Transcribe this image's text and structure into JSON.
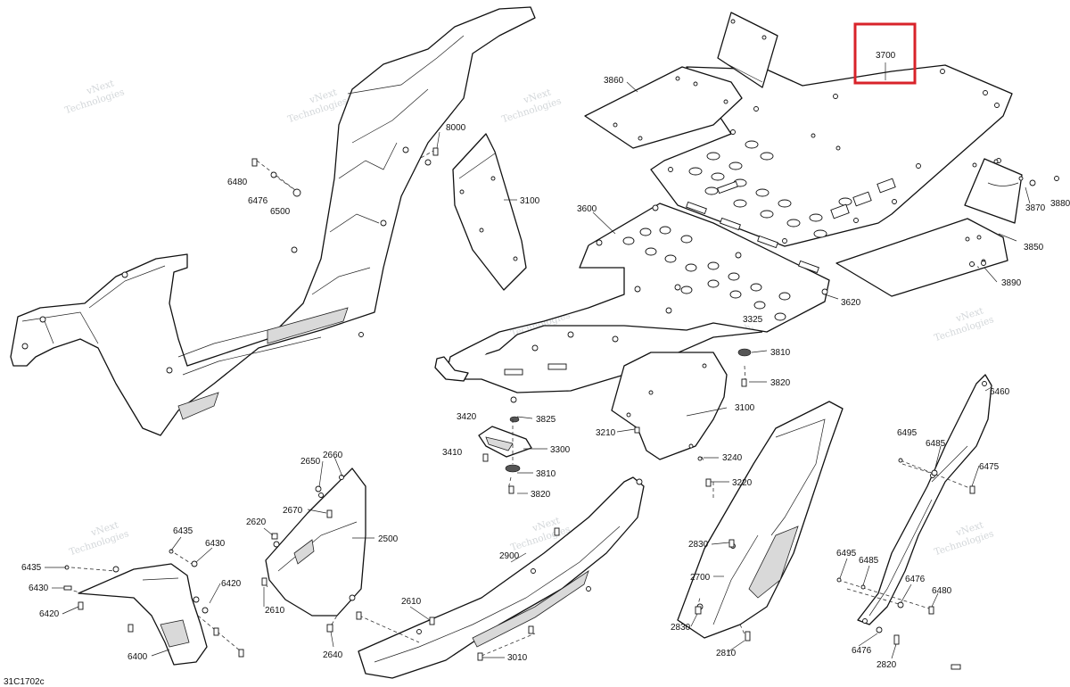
{
  "diagram_code": "31C1702c",
  "watermark_lines": [
    "vNext",
    "Technologies"
  ],
  "highlight_color": "#d8232a",
  "highlighted_part": "3700",
  "labels": [
    {
      "id": "l3700",
      "text": "3700"
    },
    {
      "id": "l3860",
      "text": "3860"
    },
    {
      "id": "l8000",
      "text": "8000"
    },
    {
      "id": "l3100a",
      "text": "3100"
    },
    {
      "id": "l6480a",
      "text": "6480"
    },
    {
      "id": "l6476a",
      "text": "6476"
    },
    {
      "id": "l6500",
      "text": "6500"
    },
    {
      "id": "l3600",
      "text": "3600"
    },
    {
      "id": "l3870",
      "text": "3870"
    },
    {
      "id": "l3880",
      "text": "3880"
    },
    {
      "id": "l3850",
      "text": "3850"
    },
    {
      "id": "l3890",
      "text": "3890"
    },
    {
      "id": "l3620",
      "text": "3620"
    },
    {
      "id": "l3325",
      "text": "3325"
    },
    {
      "id": "l3810a",
      "text": "3810"
    },
    {
      "id": "l3820a",
      "text": "3820"
    },
    {
      "id": "l6460",
      "text": "6460"
    },
    {
      "id": "l3420",
      "text": "3420"
    },
    {
      "id": "l3825",
      "text": "3825"
    },
    {
      "id": "l3100b",
      "text": "3100"
    },
    {
      "id": "l3210",
      "text": "3210"
    },
    {
      "id": "l3300",
      "text": "3300"
    },
    {
      "id": "l3410",
      "text": "3410"
    },
    {
      "id": "l3810b",
      "text": "3810"
    },
    {
      "id": "l3820b",
      "text": "3820"
    },
    {
      "id": "l3240",
      "text": "3240"
    },
    {
      "id": "l3220",
      "text": "3220"
    },
    {
      "id": "l6495a",
      "text": "6495"
    },
    {
      "id": "l6485a",
      "text": "6485"
    },
    {
      "id": "l6475",
      "text": "6475"
    },
    {
      "id": "l2650",
      "text": "2650"
    },
    {
      "id": "l2660",
      "text": "2660"
    },
    {
      "id": "l2670",
      "text": "2670"
    },
    {
      "id": "l2620",
      "text": "2620"
    },
    {
      "id": "l2500",
      "text": "2500"
    },
    {
      "id": "l2900",
      "text": "2900"
    },
    {
      "id": "l2610a",
      "text": "2610"
    },
    {
      "id": "l2610b",
      "text": "2610"
    },
    {
      "id": "l2640",
      "text": "2640"
    },
    {
      "id": "l3010",
      "text": "3010"
    },
    {
      "id": "l6435a",
      "text": "6435"
    },
    {
      "id": "l6430a",
      "text": "6430"
    },
    {
      "id": "l6435b",
      "text": "6435"
    },
    {
      "id": "l6430b",
      "text": "6430"
    },
    {
      "id": "l6420a",
      "text": "6420"
    },
    {
      "id": "l6420b",
      "text": "6420"
    },
    {
      "id": "l6400",
      "text": "6400"
    },
    {
      "id": "l2830a",
      "text": "2830"
    },
    {
      "id": "l2700",
      "text": "2700"
    },
    {
      "id": "l2830b",
      "text": "2830"
    },
    {
      "id": "l2810",
      "text": "2810"
    },
    {
      "id": "l6495b",
      "text": "6495"
    },
    {
      "id": "l6485b",
      "text": "6485"
    },
    {
      "id": "l6476b",
      "text": "6476"
    },
    {
      "id": "l6480b",
      "text": "6480"
    },
    {
      "id": "l6476c",
      "text": "6476"
    },
    {
      "id": "l2820",
      "text": "2820"
    }
  ]
}
